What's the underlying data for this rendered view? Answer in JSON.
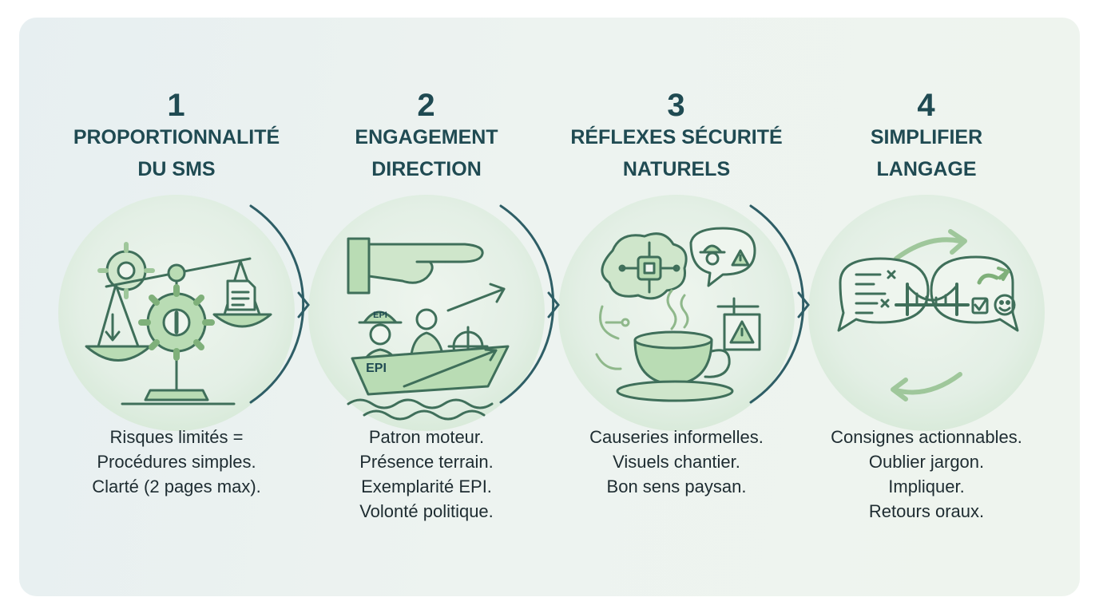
{
  "steps": [
    {
      "number": "1",
      "title": [
        "PROPORTIONNALITÉ",
        "DU SMS"
      ],
      "icon": "scales-gears-document-icon",
      "lines": [
        "Risques limités =",
        "Procédures simples.",
        "Clarté (2 pages max)."
      ]
    },
    {
      "number": "2",
      "title": [
        "ENGAGEMENT",
        "DIRECTION"
      ],
      "icon": "pointing-hand-boat-helmet-icon",
      "helmet_label": "EPI",
      "boat_label": "EPI",
      "lines": [
        "Patron moteur.",
        "Présence terrain.",
        "Exemplarité EPI.",
        "Volonté politique."
      ]
    },
    {
      "number": "3",
      "title": [
        "RÉFLEXES SÉCURITÉ",
        "NATURELS"
      ],
      "icon": "brain-coffee-speech-bubble-icon",
      "lines": [
        "Causeries informelles.",
        "Visuels chantier.",
        "Bon sens paysan."
      ]
    },
    {
      "number": "4",
      "title": [
        "SIMPLIFIER",
        "LANGAGE"
      ],
      "icon": "speech-bubbles-bridge-icon",
      "lines": [
        "Consignes actionnables.",
        "Oublier jargon.",
        "Impliquer.",
        "Retours oraux."
      ]
    }
  ],
  "colors": {
    "heading": "#1f4a52",
    "icon_stroke": "#3f6f5a",
    "icon_fill": "#b9dcb4",
    "arrow": "#2e5e66"
  }
}
